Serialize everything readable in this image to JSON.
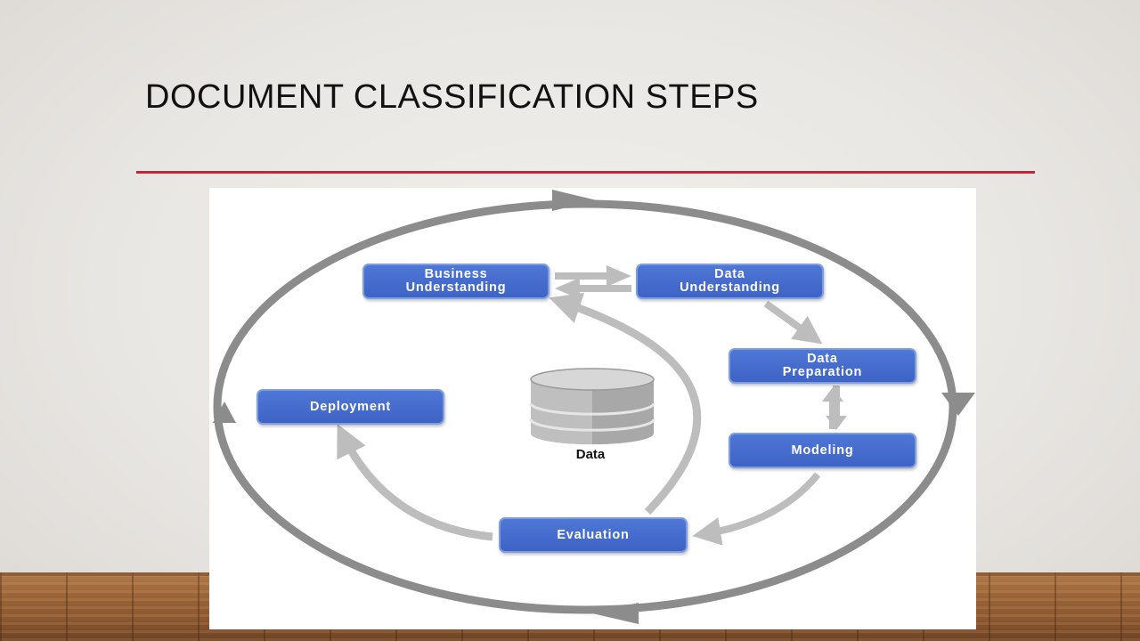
{
  "slide": {
    "title": "DOCUMENT CLASSIFICATION STEPS",
    "accent_color": "#c0283a"
  },
  "diagram": {
    "steps": [
      {
        "id": "business",
        "line1": "Business",
        "line2": "Understanding"
      },
      {
        "id": "data_understanding",
        "line1": "Data",
        "line2": "Understanding"
      },
      {
        "id": "data_preparation",
        "line1": "Data",
        "line2": "Preparation"
      },
      {
        "id": "modeling",
        "line1": "Modeling",
        "line2": ""
      },
      {
        "id": "evaluation",
        "line1": "Evaluation",
        "line2": ""
      },
      {
        "id": "deployment",
        "line1": "Deployment",
        "line2": ""
      }
    ],
    "center_label": "Data",
    "box_color": "#4169cc",
    "arrow_color": "#bdbdbd",
    "cycle_color": "#8c8c8c",
    "database_icon": "database-icon"
  }
}
